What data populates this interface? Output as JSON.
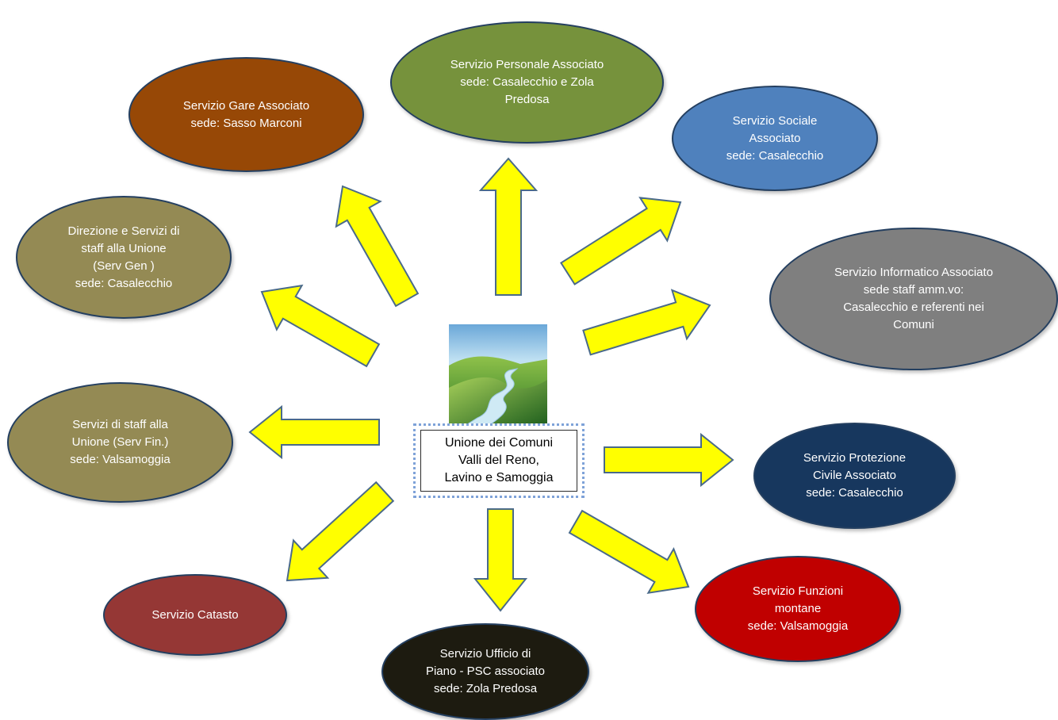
{
  "center": {
    "title": "Unione dei Comuni\nValli del Reno,\nLavino e Samoggia"
  },
  "colors": {
    "arrow_fill": "#ffff00",
    "arrow_stroke": "#4a6a8a",
    "node_border": "#243f60"
  },
  "services": {
    "personale": {
      "label": "Servizio Personale Associato\nsede:  Casalecchio e Zola\nPredosa",
      "color": "#76923c"
    },
    "gare": {
      "label": "Servizio Gare Associato\nsede: Sasso Marconi",
      "color": "#974806"
    },
    "sociale": {
      "label": "Servizio Sociale\nAssociato\nsede:  Casalecchio",
      "color": "#4f81bd"
    },
    "direzione": {
      "label": "Direzione e Servizi di\nstaff alla Unione\n(Serv Gen )\nsede:  Casalecchio",
      "color": "#948a54"
    },
    "informatico": {
      "label": "Servizio Informatico Associato\nsede staff amm.vo:\nCasalecchio e referenti nei\nComuni",
      "color": "#7f7f7f"
    },
    "staff_fin": {
      "label": "Servizi di staff alla\nUnione (Serv Fin.)\nsede:  Valsamoggia",
      "color": "#948a54"
    },
    "protezione": {
      "label": "Servizio Protezione\nCivile Associato\nsede:  Casalecchio",
      "color": "#17375e"
    },
    "catasto": {
      "label": "Servizio Catasto",
      "color": "#953735"
    },
    "piano": {
      "label": "Servizio Ufficio di\nPiano - PSC associato\nsede:  Zola Predosa",
      "color": "#1d1b10"
    },
    "montane": {
      "label": "Servizio Funzioni\nmontane\nsede:  Valsamoggia",
      "color": "#c00000"
    }
  }
}
